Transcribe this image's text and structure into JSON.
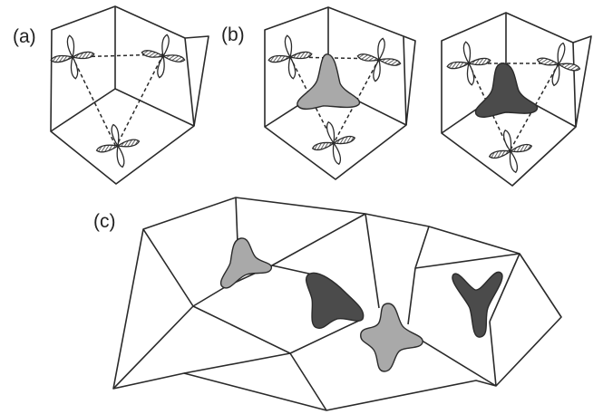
{
  "figure": {
    "panels": [
      {
        "id": "a",
        "label": "(a)"
      },
      {
        "id": "b",
        "label": "(b)"
      },
      {
        "id": "c",
        "label": "(c)"
      }
    ],
    "colors": {
      "line": "#2a2a2a",
      "hatch": "#4a4a4a",
      "light_blob": "#a9a9a9",
      "dark_blob": "#4b4b4b",
      "background": "#ffffff"
    }
  }
}
